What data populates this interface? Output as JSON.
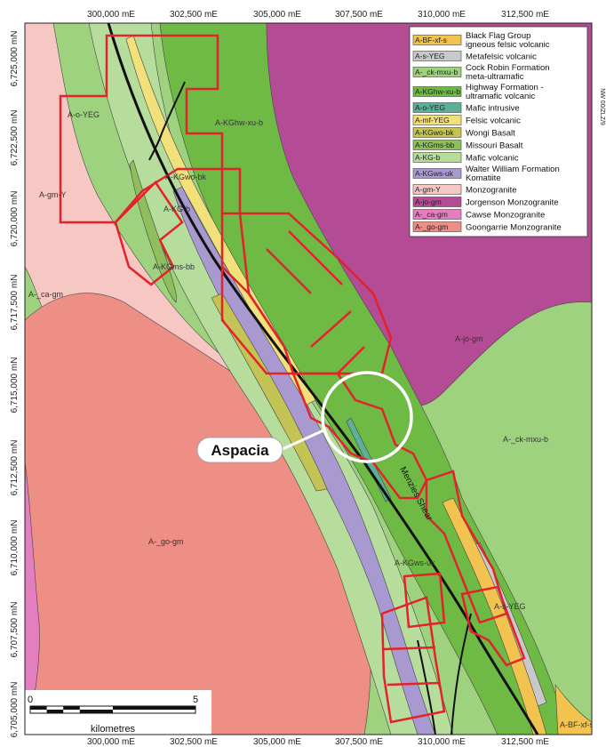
{
  "colors": {
    "jorgenson": "#b34b95",
    "goongarrie": "#ee8f86",
    "monzogranite": "#f6c7c3",
    "cawse": "#e47ec0",
    "cock_robin": "#9fd27e",
    "highway": "#6fba45",
    "mafic_volcanic": "#b7dd9d",
    "komatiite": "#a89ad0",
    "felsic_volcanic": "#f2e07a",
    "wongi": "#c3c455",
    "missouri": "#8fbf5c",
    "metafelsic": "#c9c9c9",
    "black_flag": "#f2c44f",
    "mafic_intrusive": "#5fae97",
    "tenement": "#e3222b"
  },
  "easting_ticks": [
    "300,000 mE",
    "302,500 mE",
    "305,000 mE",
    "307,500 mE",
    "310,000 mE",
    "312,500 mE"
  ],
  "northing_ticks": [
    "6,725,000 mN",
    "6,722,500 mN",
    "6,720,000 mN",
    "6,717,500 mN",
    "6,715,000 mN",
    "6,712,500 mN",
    "6,710,000 mN",
    "6,707,500 mN",
    "6,705,000 mN"
  ],
  "right_edge_tick": "NW 00/ZLZ/9",
  "map_labels": {
    "a_o_yeg": "A-o-YEG",
    "a_kghw_xu_b": "A-KGhw-xu-b",
    "a_kgwo_bk": "A-KGwo-bk",
    "a_kg_b": "A-KG-b",
    "a_gm_y": "A-gm-Y",
    "a_kgms_bb": "A-KGms-bb",
    "a_ca_gm": "A-_ca-gm",
    "a_jo_gm": "A-jo-gm",
    "a_ck_mxu_b": "A-_ck-mxu-b",
    "a_go_gm": "A-_go-gm",
    "a_kgws_uk": "A-KGws-uk",
    "a_s_yeg": "A-s-YEG",
    "a_bf_xf_s": "A-BF-xf-s"
  },
  "callout": "Aspacia",
  "shear_label": "Menzies Shear",
  "scale": {
    "zero": "0",
    "five": "5",
    "unit": "kilometres"
  },
  "legend": [
    {
      "code": "A-BF-xf-s",
      "desc": [
        "Black Flag Group",
        "igneous felsic volcanic"
      ],
      "color": "#f2c44f"
    },
    {
      "code": "A-s-YEG",
      "desc": [
        "Metafelsic volcanic"
      ],
      "color": "#c9c9c9"
    },
    {
      "code": "A-_ck-mxu-b",
      "desc": [
        "Cock Robin Formation",
        "meta-ultramafic"
      ],
      "color": "#9fd27e"
    },
    {
      "code": "A-KGhw-xu-b",
      "desc": [
        "Highway Formation -",
        "ultramafic volcanic"
      ],
      "color": "#6fba45"
    },
    {
      "code": "A-o-YEG",
      "desc": [
        "Mafic intrusive"
      ],
      "color": "#5fae97"
    },
    {
      "code": "A-mf-YEG",
      "desc": [
        "Felsic volcanic"
      ],
      "color": "#f2e07a"
    },
    {
      "code": "A-KGwo-bk",
      "desc": [
        "Wongi Basalt"
      ],
      "color": "#c3c455"
    },
    {
      "code": "A-KGms-bb",
      "desc": [
        "Missouri Basalt"
      ],
      "color": "#8fbf5c"
    },
    {
      "code": "A-KG-b",
      "desc": [
        "Mafic volcanic"
      ],
      "color": "#b7dd9d"
    },
    {
      "code": "A-KGws-uk",
      "desc": [
        "Walter William Formation",
        "Komatiite"
      ],
      "color": "#a89ad0"
    },
    {
      "code": "A-gm-Y",
      "desc": [
        "Monzogranite"
      ],
      "color": "#f6c7c3"
    },
    {
      "code": "A-jo-gm",
      "desc": [
        "Jorgenson Monzogranite"
      ],
      "color": "#b34b95"
    },
    {
      "code": "A-_ca-gm",
      "desc": [
        "Cawse Monzogranite"
      ],
      "color": "#e47ec0"
    },
    {
      "code": "A-_go-gm",
      "desc": [
        "Goongarrie Monzogranite"
      ],
      "color": "#ee8f86"
    }
  ]
}
